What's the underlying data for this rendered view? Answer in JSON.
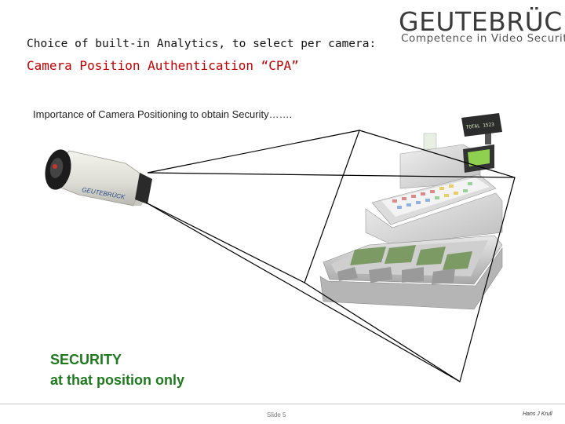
{
  "logo": {
    "name": "GEUTEBRÜCK",
    "tagline": "Competence in Video Security"
  },
  "header": {
    "line1": "Choice of built-in Analytics, to select per camera:",
    "line2": "Camera Position Authentication “CPA”"
  },
  "subtitle": "Importance of Camera Positioning to obtain Security…….",
  "security": {
    "title": "SECURITY",
    "subtitle": "at that position only"
  },
  "camera": {
    "brand": "GEUTEBRÜCK"
  },
  "register": {
    "display": "TOTAL 1523"
  },
  "footer": {
    "slide": "Slide 5",
    "author": "Hans J Krull"
  },
  "colors": {
    "accent_red": "#c00000",
    "security_green": "#1f7a1f"
  }
}
